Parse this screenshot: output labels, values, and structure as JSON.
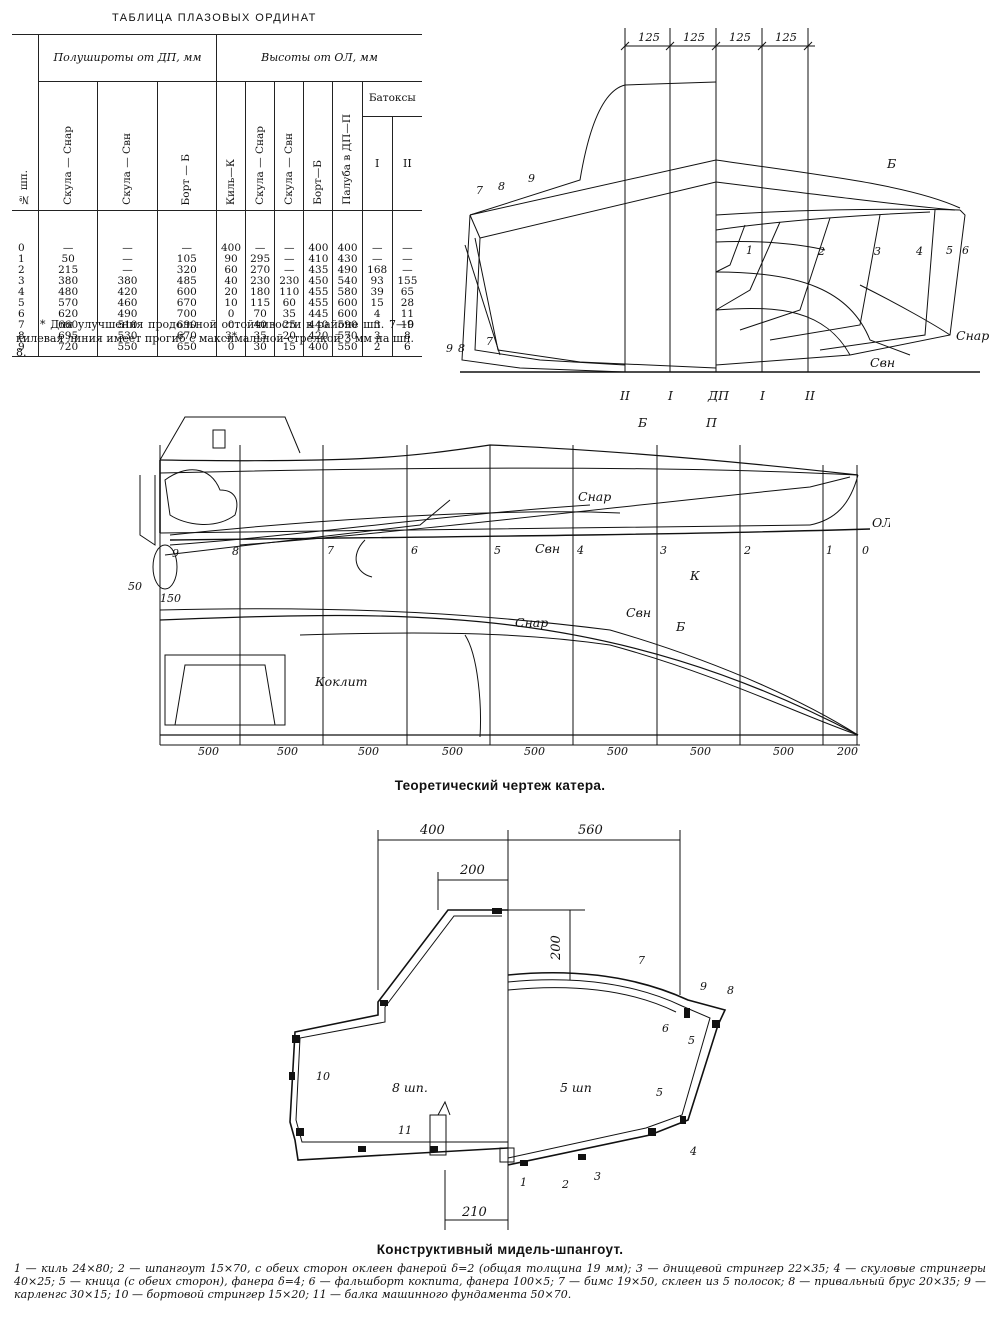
{
  "table": {
    "title": "ТАБЛИЦА ПЛАЗОВЫХ ОРДИНАТ",
    "col_station": "№ шп.",
    "group_halfbreadths": "Полуширoты от ДП, мм",
    "group_heights": "Высоты от ОЛ, мм",
    "group_buttocks": "Батоксы",
    "headers": [
      "Скула — Cнар",
      "Скула — Cвн",
      "Борт — Б",
      "Киль—К",
      "Скула — Cнар",
      "Скула — Cвн",
      "Борт—Б",
      "Палуба в ДП—П",
      "I",
      "II"
    ],
    "rows": [
      [
        "0",
        "—",
        "—",
        "—",
        "400",
        "—",
        "—",
        "400",
        "400",
        "—",
        "—"
      ],
      [
        "1",
        "50",
        "—",
        "105",
        "90",
        "295",
        "—",
        "410",
        "430",
        "—",
        "—"
      ],
      [
        "2",
        "215",
        "—",
        "320",
        "60",
        "270",
        "—",
        "435",
        "490",
        "168",
        "—"
      ],
      [
        "3",
        "380",
        "380",
        "485",
        "40",
        "230",
        "230",
        "450",
        "540",
        "93",
        "155"
      ],
      [
        "4",
        "480",
        "420",
        "600",
        "20",
        "180",
        "110",
        "455",
        "580",
        "39",
        "65"
      ],
      [
        "5",
        "570",
        "460",
        "670",
        "10",
        "115",
        "60",
        "455",
        "600",
        "15",
        "28"
      ],
      [
        "6",
        "620",
        "490",
        "700",
        "0",
        "70",
        "35",
        "445",
        "600",
        "4",
        "11"
      ],
      [
        "7",
        "660",
        "510",
        "690",
        "0",
        "40",
        "25",
        "440",
        "590",
        "3",
        "10"
      ],
      [
        "8",
        "695",
        "530",
        "670",
        "3*",
        "35",
        "20",
        "420",
        "570",
        "3",
        "8"
      ],
      [
        "9",
        "720",
        "550",
        "650",
        "0",
        "30",
        "15",
        "400",
        "550",
        "2",
        "6"
      ]
    ],
    "note": "* Для улучшения продольной остойчивости в районе шп. 7—9 килевая линия имеет прогиб с максимальной стрелкой 3 мм на шп. 8."
  },
  "body_plan": {
    "dims": [
      "125",
      "125",
      "125",
      "125"
    ],
    "bottom_labels": [
      "II",
      "I",
      "ДП",
      "I",
      "II"
    ],
    "station_labels_aft": [
      "7",
      "8",
      "9"
    ],
    "station_labels_fwd": [
      "1",
      "2",
      "3",
      "4",
      "5",
      "6"
    ],
    "side_labels_left": [
      "9",
      "8",
      "7"
    ],
    "line_b": "Б",
    "line_snar": "Cнар",
    "line_svn": "Cвн"
  },
  "profile": {
    "line_b": "Б",
    "line_p": "П",
    "line_snar": "Cнар",
    "line_svn": "Cвн",
    "line_k": "К",
    "baseline": "ОЛ",
    "stations": [
      "9",
      "8",
      "7",
      "6",
      "5",
      "4",
      "3",
      "2",
      "1",
      "0"
    ],
    "dim_50": "50",
    "dim_150": "150"
  },
  "plan": {
    "line_snar": "Cнар",
    "line_svn": "Cвн",
    "line_b": "Б",
    "cockpit": "Коклит",
    "spacing": [
      "500",
      "500",
      "500",
      "500",
      "500",
      "500",
      "500",
      "500",
      "200"
    ]
  },
  "caption_lines": "Теоретический чертеж катера.",
  "section": {
    "dim_400": "400",
    "dim_560": "560",
    "dim_200_top": "200",
    "dim_200_side": "200",
    "dim_210": "210",
    "frame_8": "8 шп.",
    "frame_5": "5 шп",
    "parts": [
      "1",
      "2",
      "3",
      "4",
      "5",
      "5",
      "6",
      "7",
      "8",
      "9",
      "10",
      "11"
    ]
  },
  "caption_section": "Конструктивный мидель-шпангоут.",
  "legend": "1 — киль 24×80; 2 — шпангоут 15×70, с обеих сторон оклеен фанерой δ=2 (общая толщина 19 мм); 3 — днищевой стрингер 22×35; 4 — скуловые стрингеры 40×25; 5 — кница (с обеих сторон), фанера δ=4; 6 — фальшборт кокпита, фанера 100×5; 7 — бимс 19×50, склеен из 5 полосок; 8 — привальный брус 20×35; 9 — карленгс 30×15; 10 — бортовой стрингер 15×20; 11 — балка машинного фундамента 50×70."
}
